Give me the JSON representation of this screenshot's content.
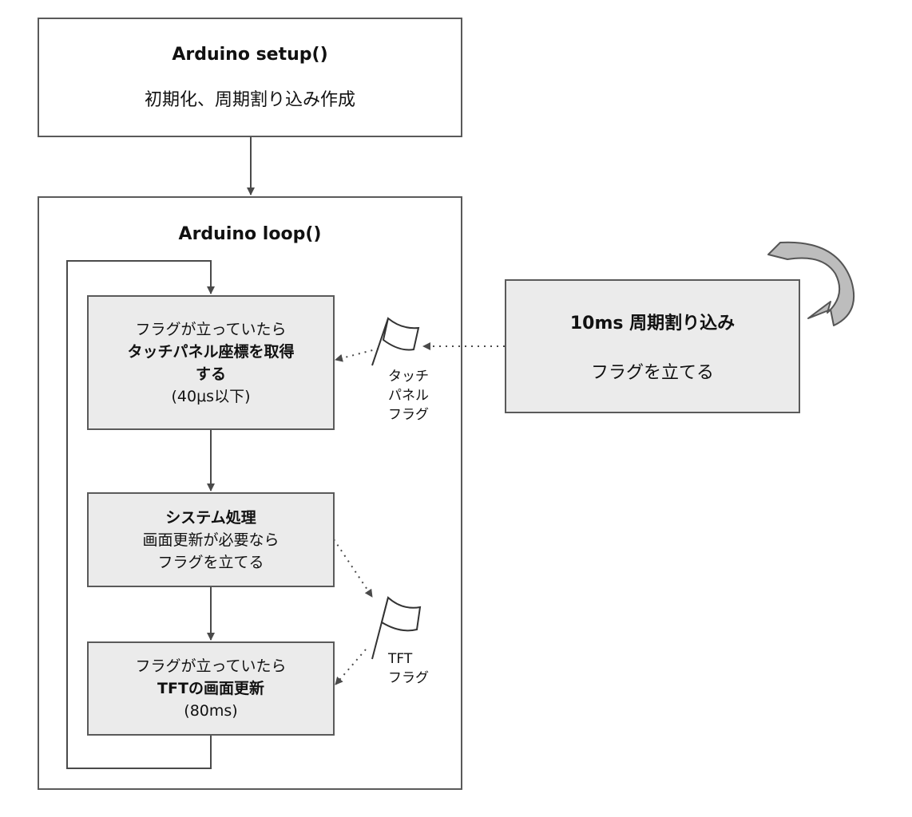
{
  "setup": {
    "title": "Arduino setup()",
    "desc": "初期化、周期割り込み作成"
  },
  "loop": {
    "title": "Arduino loop()"
  },
  "touch_step": {
    "line1": "フラグが立っていたら",
    "line2": "タッチパネル座標を取得",
    "line3": "する",
    "line4": "(40μs以下)"
  },
  "system_step": {
    "line1": "システム処理",
    "line2": "画面更新が必要なら",
    "line3": "フラグを立てる"
  },
  "tft_step": {
    "line1": "フラグが立っていたら",
    "line2": "TFTの画面更新",
    "line3": "(80ms)"
  },
  "interrupt": {
    "title": "10ms 周期割り込み",
    "desc": "フラグを立てる"
  },
  "touch_flag": {
    "line1": "タッチ",
    "line2": "パネル",
    "line3": "フラグ"
  },
  "tft_flag": {
    "line1": "TFT",
    "line2": "フラグ"
  }
}
